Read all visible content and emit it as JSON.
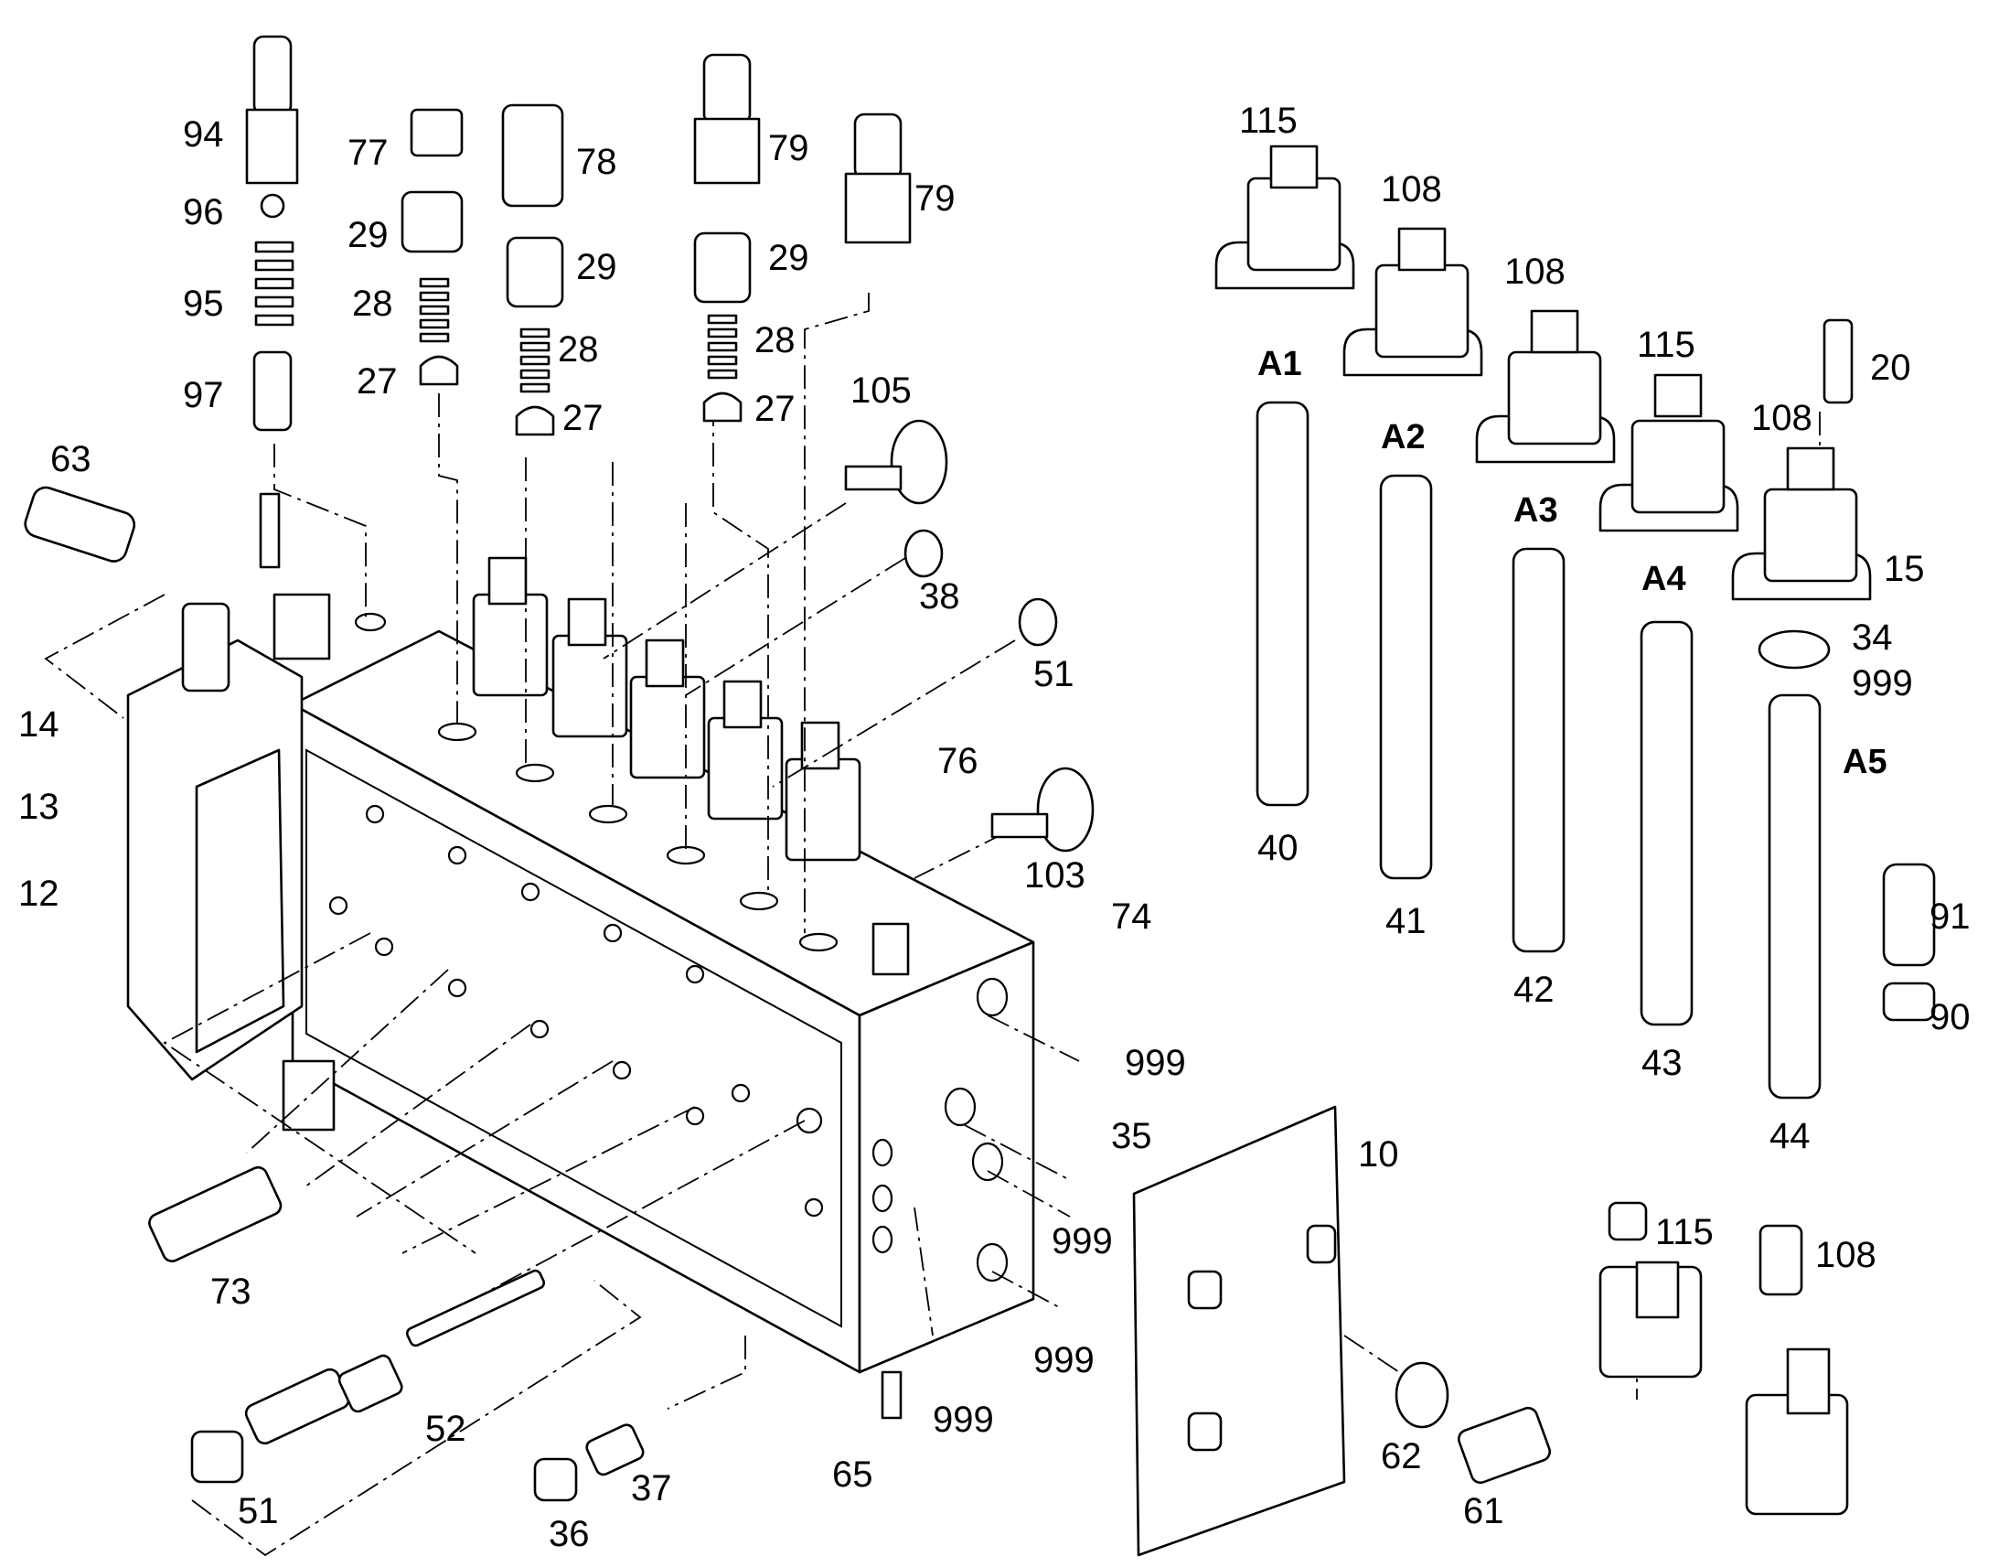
{
  "diagram": {
    "callouts": {
      "c94": "94",
      "c96": "96",
      "c95": "95",
      "c97": "97",
      "c77": "77",
      "c78": "78",
      "c29a": "29",
      "c29b": "29",
      "c29c": "29",
      "c28a": "28",
      "c28b": "28",
      "c28c": "28",
      "c27a": "27",
      "c27b": "27",
      "c27c": "27",
      "c79a": "79",
      "c79b": "79",
      "c105": "105",
      "c63": "63",
      "c38": "38",
      "c51a": "51",
      "c14": "14",
      "c13": "13",
      "c12": "12",
      "c76": "76",
      "c103": "103",
      "c74": "74",
      "c999a": "999",
      "c999b": "999",
      "c999c": "999",
      "c999d": "999",
      "c999e": "999",
      "c35": "35",
      "c10": "10",
      "c73": "73",
      "c52": "52",
      "c51b": "51",
      "c36": "36",
      "c37": "37",
      "c65": "65",
      "c62": "62",
      "c61": "61",
      "c115a": "115",
      "c108a": "108",
      "c108b": "108",
      "c115b": "115",
      "c108c": "108",
      "c20": "20",
      "c15": "15",
      "c34": "34",
      "c40": "40",
      "c41": "41",
      "c42": "42",
      "c43": "43",
      "c44": "44",
      "c91": "91",
      "c90": "90",
      "c115c": "115",
      "c108d": "108"
    },
    "sections": {
      "a1": "A1",
      "a2": "A2",
      "a3": "A3",
      "a4": "A4",
      "a5": "A5"
    }
  }
}
